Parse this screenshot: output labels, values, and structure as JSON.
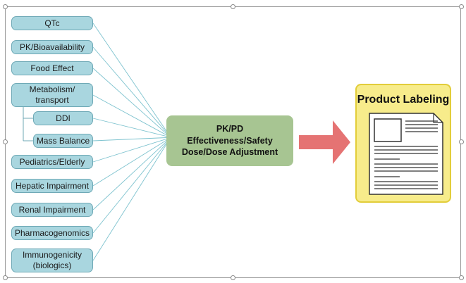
{
  "left_items": [
    {
      "label": "QTc"
    },
    {
      "label": "PK/Bioavailability"
    },
    {
      "label": "Food Effect"
    },
    {
      "label": "Metabolism/\ntransport"
    },
    {
      "label": "DDI"
    },
    {
      "label": "Mass Balance"
    },
    {
      "label": "Pediatrics/Elderly"
    },
    {
      "label": "Hepatic Impairment"
    },
    {
      "label": "Renal Impairment"
    },
    {
      "label": "Pharmacogenomics"
    },
    {
      "label": "Immunogenicity\n(biologics)"
    }
  ],
  "center": {
    "line1": "PK/PD",
    "line2": "Effectiveness/Safety",
    "line3": "Dose/Dose Adjustment"
  },
  "product": {
    "title": "Product Labeling"
  },
  "colors": {
    "pill_fill": "#a9d6df",
    "pill_border": "#6fa9b6",
    "center_fill": "#a7c592",
    "arrow": "#e57373",
    "label_fill": "#f7ec8b",
    "label_border": "#e2cd3a"
  }
}
